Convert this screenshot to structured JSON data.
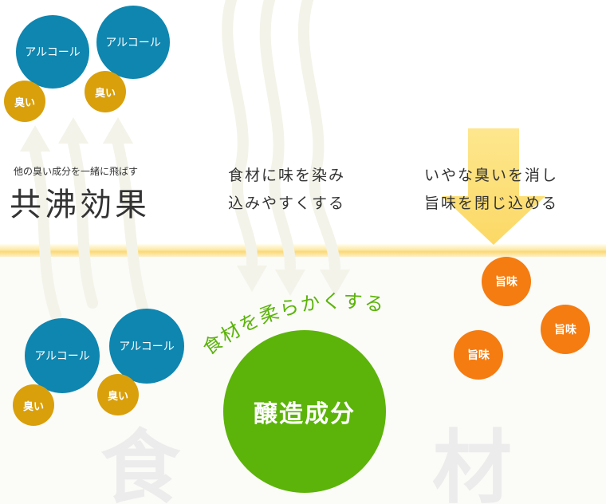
{
  "bubbles": {
    "alcohol": "アルコール",
    "odor": "臭い",
    "umami": "旨味",
    "brewing": "醸造成分"
  },
  "effect_left": {
    "subtitle": "他の臭い成分を一緒に飛ばす",
    "title": "共沸効果"
  },
  "effect_center": {
    "line1": "食材に味を染み",
    "line2": "込みやすくする"
  },
  "effect_right": {
    "line1": "いやな臭いを消し",
    "line2": "旨味を閉じ込める"
  },
  "soften_text": "食材を柔らかくする",
  "food_chars": [
    "食",
    "材"
  ],
  "colors": {
    "alcohol": "#0e86b0",
    "odor": "#d9a00c",
    "umami": "#f57c10",
    "brewing": "#5cb40a",
    "soften_text": "#5cb40a"
  }
}
